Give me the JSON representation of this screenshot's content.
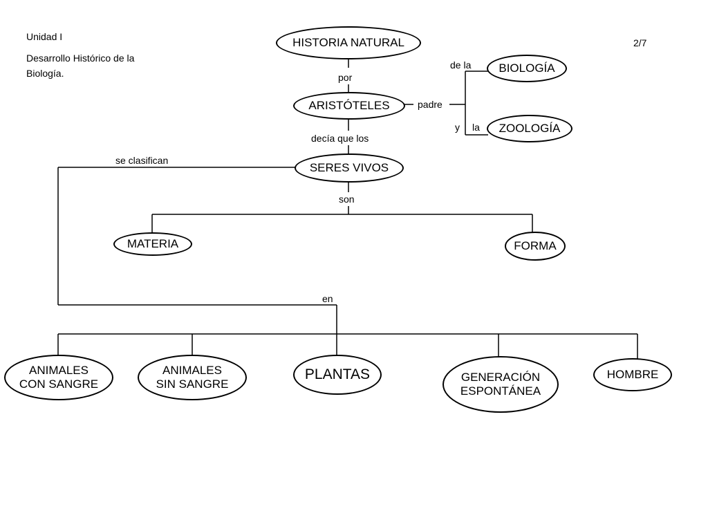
{
  "header": {
    "unit": "Unidad I",
    "topic_line1": "Desarrollo Histórico de la",
    "topic_line2": "Biología.",
    "page": "2/7"
  },
  "nodes": {
    "historia_natural": "HISTORIA NATURAL",
    "aristoteles": "ARISTÓTELES",
    "biologia": "BIOLOGÍA",
    "zoologia": "ZOOLOGÍA",
    "seres_vivos": "SERES VIVOS",
    "materia": "MATERIA",
    "forma": "FORMA",
    "animales_con_sangre": "ANIMALES\nCON SANGRE",
    "animales_sin_sangre": "ANIMALES\nSIN SANGRE",
    "plantas": "PLANTAS",
    "generacion_espontanea": "GENERACIÓN\nESPONTÁNEA",
    "hombre": "HOMBRE"
  },
  "links": {
    "por": "por",
    "padre": "padre",
    "de_la": "de la",
    "y": "y",
    "la": "la",
    "decia_que_los": "decía que los",
    "se_clasifican": "se clasifican",
    "son": "son",
    "en": "en"
  }
}
